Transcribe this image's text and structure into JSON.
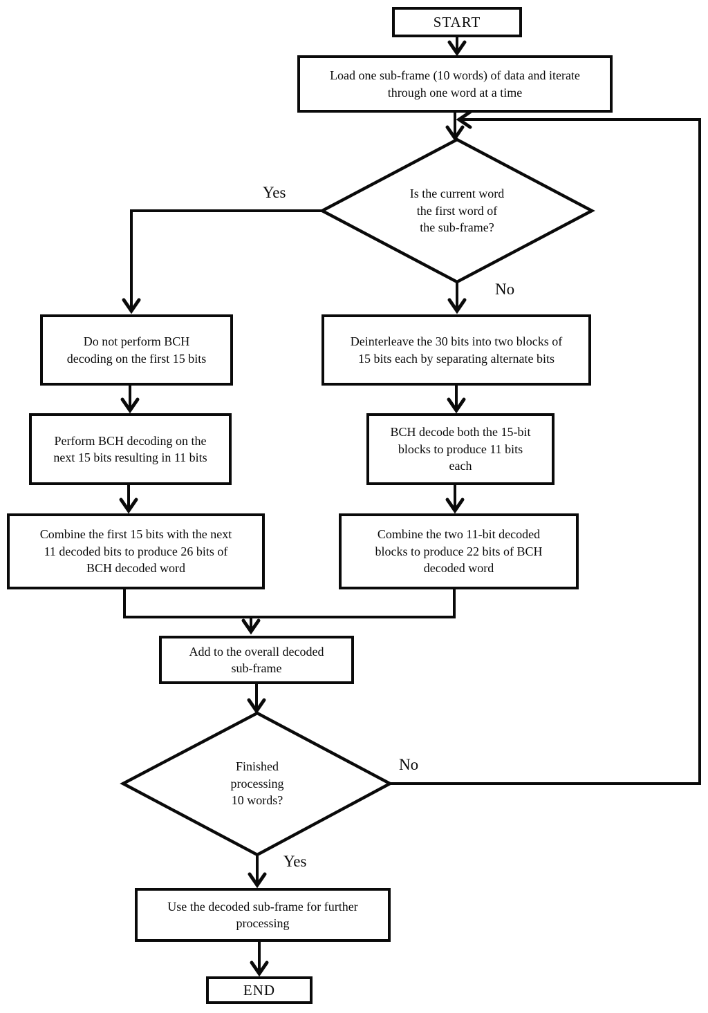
{
  "flowchart": {
    "colors": {
      "line": "#0a0a0a",
      "background": "#ffffff"
    },
    "nodes": {
      "start": "START",
      "load_subframe": "Load one sub-frame (10 words) of data and iterate\nthrough one word at a time",
      "is_first_word": "Is the current word\nthe first word of\nthe sub-frame?",
      "skip_bch_first_15": "Do not perform BCH\ndecoding on the first 15 bits",
      "perform_bch_next_15": "Perform BCH decoding on the\nnext 15 bits resulting in 11 bits",
      "combine_26_bits": "Combine the first 15 bits with the next\n11 decoded bits to produce 26 bits of\nBCH decoded word",
      "deinterleave_30_bits": "Deinterleave the 30 bits into two blocks of\n15 bits each by separating alternate bits",
      "bch_decode_blocks": "BCH decode both the 15-bit\nblocks to produce 11 bits\neach",
      "combine_22_bits": "Combine the two 11-bit decoded\nblocks to produce 22 bits of BCH\ndecoded word",
      "add_to_subframe": "Add to the overall decoded\nsub-frame",
      "finished_10_words": "Finished\nprocessing\n10 words?",
      "use_subframe": "Use the decoded sub-frame for further\nprocessing",
      "end": "END"
    },
    "edge_labels": {
      "yes_first_word": "Yes",
      "no_first_word": "No",
      "no_finished": "No",
      "yes_finished": "Yes"
    }
  }
}
